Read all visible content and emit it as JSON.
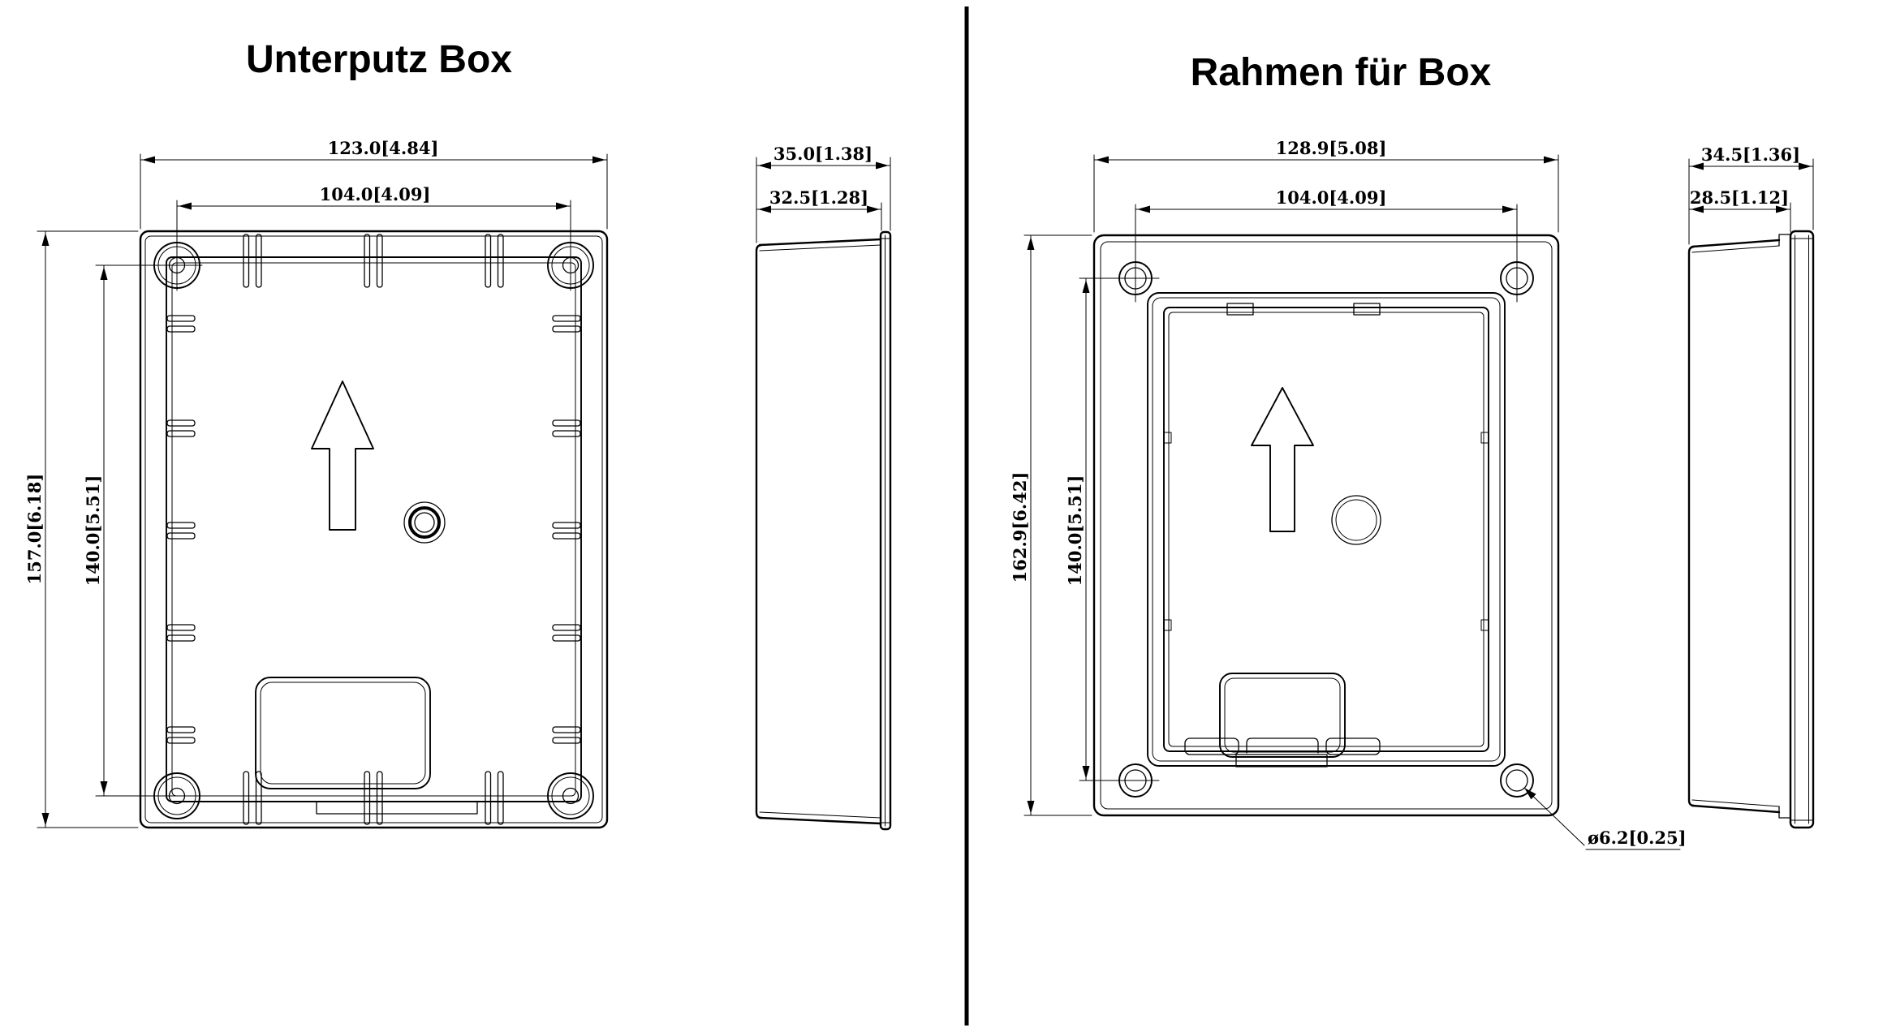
{
  "left_drawing": {
    "title": "Unterputz Box",
    "front_view": {
      "dim_width_outer": "123.0[4.84]",
      "dim_width_holes": "104.0[4.09]",
      "dim_height_outer": "157.0[6.18]",
      "dim_height_holes": "140.0[5.51]"
    },
    "side_view": {
      "dim_depth_outer": "35.0[1.38]",
      "dim_depth_flange": "32.5[1.28]"
    }
  },
  "right_drawing": {
    "title": "Rahmen für Box",
    "front_view": {
      "dim_width_outer": "128.9[5.08]",
      "dim_width_holes": "104.0[4.09]",
      "dim_height_outer": "162.9[6.42]",
      "dim_height_holes": "140.0[5.51]",
      "dim_screw_hole_diameter": "ø6.2[0.25]"
    },
    "side_view": {
      "dim_depth_outer": "34.5[1.36]",
      "dim_depth_housing": "28.5[1.12]"
    }
  }
}
